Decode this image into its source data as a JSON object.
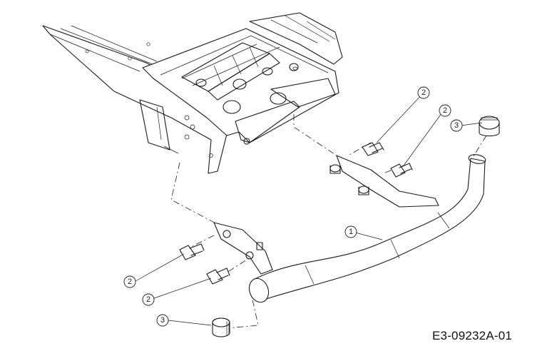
{
  "drawing_code": "E3-09232A-01",
  "callouts": [
    {
      "id": "callout-1-bumper",
      "label": "1"
    },
    {
      "id": "callout-2-bolt-upper-a",
      "label": "2"
    },
    {
      "id": "callout-2-bolt-upper-b",
      "label": "2"
    },
    {
      "id": "callout-2-bolt-lower-a",
      "label": "2"
    },
    {
      "id": "callout-2-bolt-lower-b",
      "label": "2"
    },
    {
      "id": "callout-3-cap-upper",
      "label": "3"
    },
    {
      "id": "callout-3-cap-lower",
      "label": "3"
    }
  ]
}
